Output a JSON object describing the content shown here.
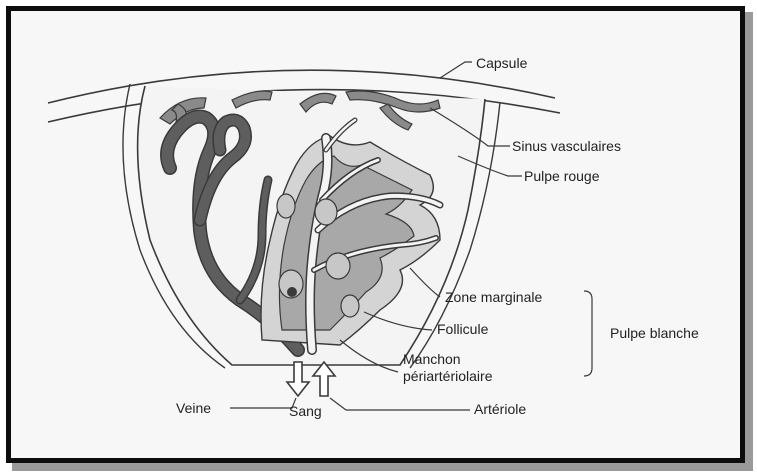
{
  "labels": {
    "capsule": "Capsule",
    "sinus": "Sinus vasculaires",
    "pulpe_rouge": "Pulpe rouge",
    "zone_marginale": "Zone marginale",
    "follicule": "Follicule",
    "manchon_1": "Manchon",
    "manchon_2": "périartériolaire",
    "pulpe_blanche": "Pulpe blanche",
    "veine": "Veine",
    "sang": "Sang",
    "arteriole": "Artériole"
  },
  "colors": {
    "vein_dark": "#5e5e5e",
    "marginal_zone": "#c9c9c9",
    "follicle_dark": "#a8a8a8",
    "stroke": "#3a3a3a"
  }
}
